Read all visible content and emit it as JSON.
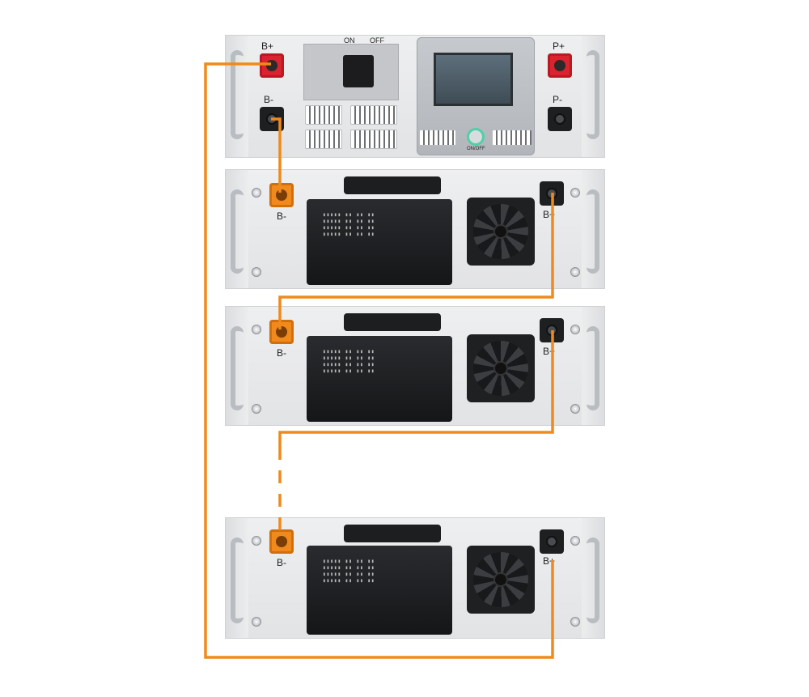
{
  "control_unit": {
    "terminal_b_plus": "B+",
    "terminal_b_minus": "B-",
    "terminal_p_plus": "P+",
    "terminal_p_minus": "P-",
    "switch_on": "ON",
    "switch_off": "OFF",
    "power_button_label": "ON/OFF"
  },
  "battery_modules": [
    {
      "neg_label": "B-",
      "pos_label": "B+"
    },
    {
      "neg_label": "B-",
      "pos_label": "B+"
    },
    {
      "neg_label": "B-",
      "pos_label": "B+"
    }
  ],
  "wiring": {
    "cable_color": "#f08a1c",
    "ellipsis_style": "dashed"
  },
  "colors": {
    "positive_terminal": "#d9232e",
    "negative_terminal": "#1e1f21",
    "module_terminal": "#f08a1c"
  }
}
